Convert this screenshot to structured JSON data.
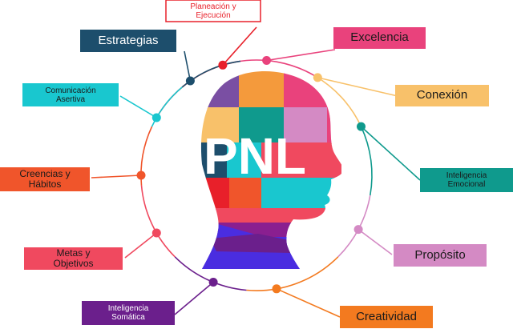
{
  "center_text": "PNL",
  "concepts": [
    {
      "id": "planeacion",
      "lines": [
        "Planeación y",
        "Ejecución"
      ],
      "box_color": "#e8202a",
      "text_color": "#e8202a",
      "dot_color": "#e8202a",
      "filled": false
    },
    {
      "id": "estrategias",
      "lines": [
        "Estrategias"
      ],
      "box_color": "#1d4e6c",
      "text_color": "#ffffff",
      "dot_color": "#1d4e6c",
      "filled": true
    },
    {
      "id": "excelencia",
      "lines": [
        "Excelencia"
      ],
      "box_color": "#e9427c",
      "text_color": "#1a1a1a",
      "dot_color": "#e9427c",
      "filled": true
    },
    {
      "id": "comunicacion",
      "lines": [
        "Comunicación",
        "Asertiva"
      ],
      "box_color": "#19c7cf",
      "text_color": "#1a1a1a",
      "dot_color": "#19c7cf",
      "filled": true
    },
    {
      "id": "conexion",
      "lines": [
        "Conexión"
      ],
      "box_color": "#f8c16a",
      "text_color": "#1a1a1a",
      "dot_color": "#f8c16a",
      "filled": true
    },
    {
      "id": "creencias",
      "lines": [
        "Creencias y",
        "Hábitos"
      ],
      "box_color": "#f0552b",
      "text_color": "#1a1a1a",
      "dot_color": "#f0552b",
      "filled": true
    },
    {
      "id": "inteligencia-emocional",
      "lines": [
        "Inteligencia",
        "Emocional"
      ],
      "box_color": "#0f9a8d",
      "text_color": "#1a1a1a",
      "dot_color": "#0f9a8d",
      "filled": true
    },
    {
      "id": "metas",
      "lines": [
        "Metas y",
        "Objetivos"
      ],
      "box_color": "#f0495f",
      "text_color": "#1a1a1a",
      "dot_color": "#f0495f",
      "filled": true
    },
    {
      "id": "proposito",
      "lines": [
        "Propósito"
      ],
      "box_color": "#d48ac4",
      "text_color": "#1a1a1a",
      "dot_color": "#d48ac4",
      "filled": true
    },
    {
      "id": "inteligencia-somatica",
      "lines": [
        "Inteligencia",
        "Somática"
      ],
      "box_color": "#6b1f8c",
      "text_color": "#ffffff",
      "dot_color": "#6b1f8c",
      "filled": true
    },
    {
      "id": "creatividad",
      "lines": [
        "Creatividad"
      ],
      "box_color": "#f37a1f",
      "text_color": "#1a1a1a",
      "dot_color": "#f37a1f",
      "filled": true
    }
  ]
}
